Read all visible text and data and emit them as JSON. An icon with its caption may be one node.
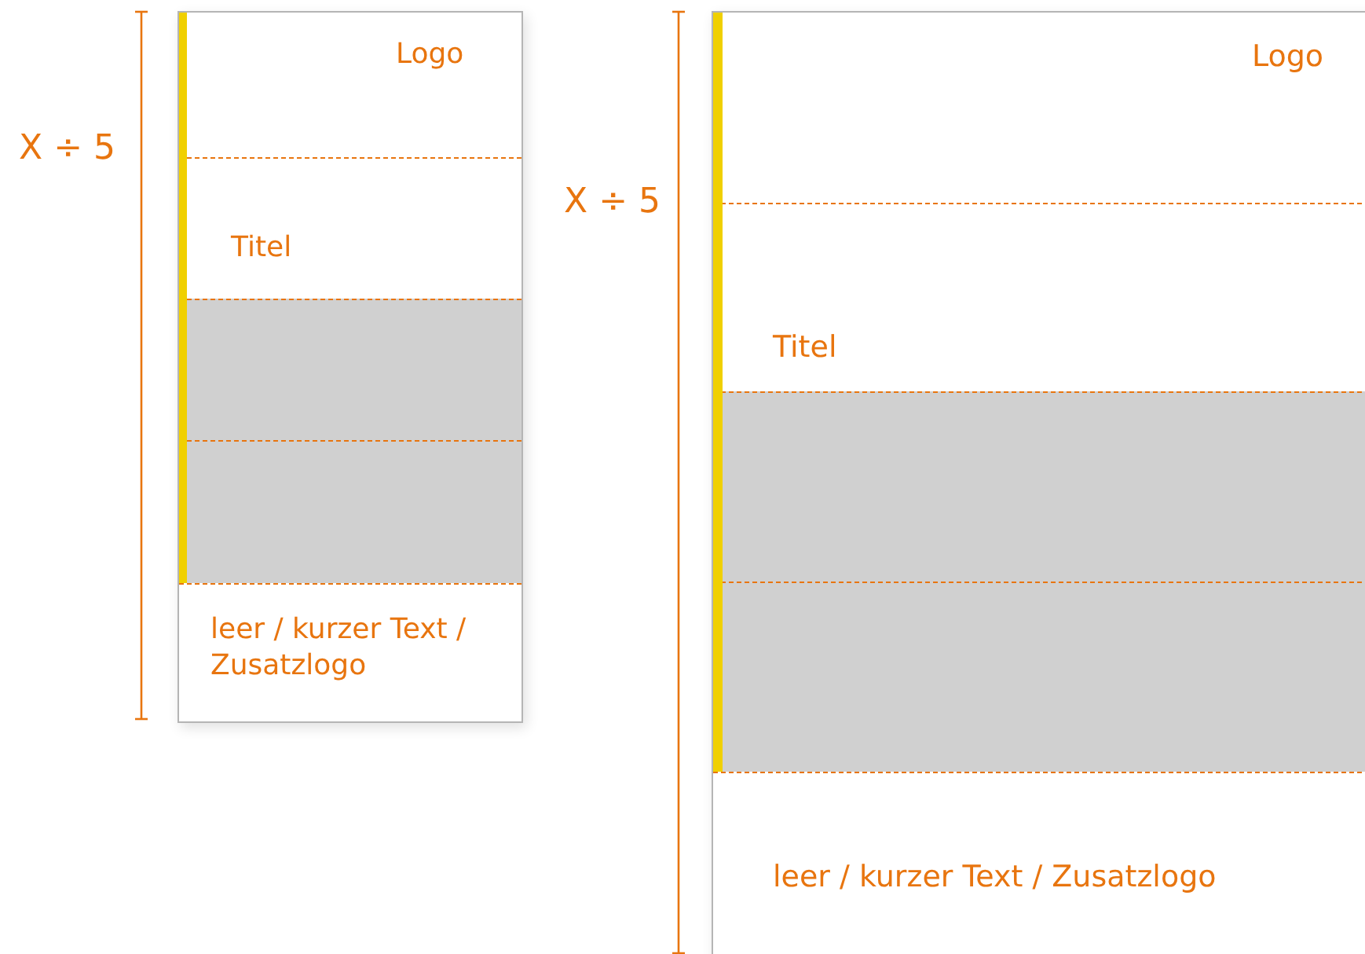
{
  "diagram": {
    "nodes": [
      {
        "text": [
          "Logo",
          "Titel",
          "leer / kurzer Text / Zusatzlogo"
        ]
      },
      {
        "text": [
          "Logo",
          "Titel",
          "leer / kurzer Text / Zusatzlogo"
        ]
      }
    ],
    "labels": [
      "X ÷ 5",
      "X ÷ 5"
    ]
  }
}
